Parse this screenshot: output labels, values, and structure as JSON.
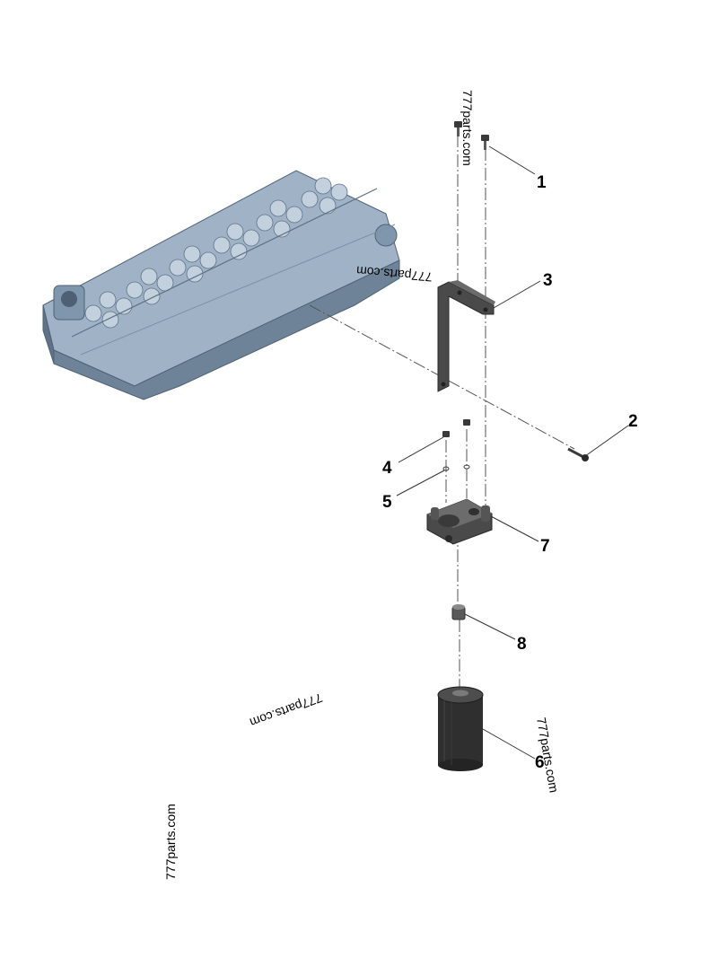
{
  "callouts": [
    "1",
    "2",
    "3",
    "4",
    "5",
    "6",
    "7",
    "8"
  ],
  "watermark": "777parts.com",
  "colors": {
    "head_body": "#8fa3b8",
    "head_shadow": "#5f7287",
    "head_light": "#c3d0dd",
    "bracket": "#4a4a4a",
    "filter": "#2f2f2f",
    "line": "#555555"
  }
}
